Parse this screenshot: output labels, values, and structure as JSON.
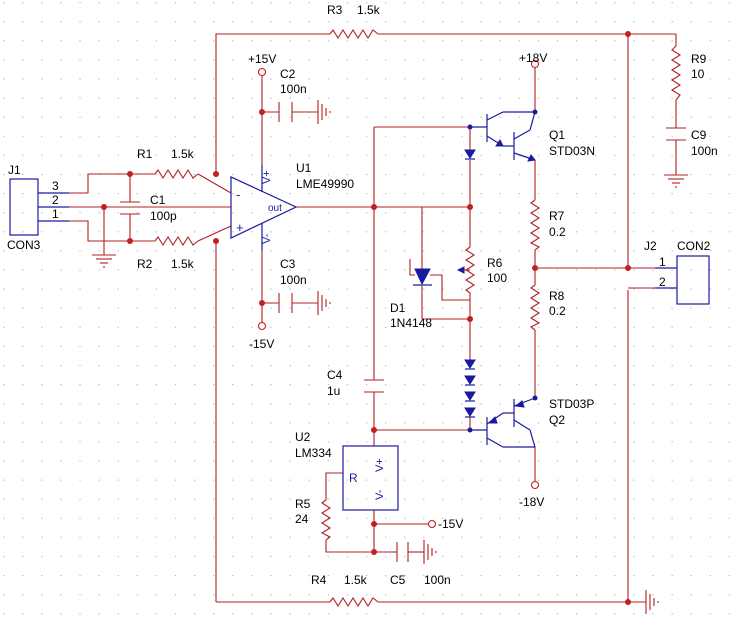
{
  "colors": {
    "wire": "#b02020",
    "component": "#1a1aa0",
    "junction": "#1a1aa0",
    "background": "#ffffff",
    "grid": "#b4b4b4"
  },
  "icons": [
    "resistor-icon",
    "capacitor-icon",
    "ground-icon",
    "opamp-icon",
    "npn-transistor-icon",
    "pnp-transistor-icon",
    "diode-icon",
    "connector-icon",
    "power-terminal-icon"
  ],
  "connectors": {
    "j1": {
      "ref": "J1",
      "value": "CON3",
      "pins": [
        "3",
        "2",
        "1"
      ]
    },
    "j2": {
      "ref": "J2",
      "value": "CON2",
      "pins": [
        "1",
        "2"
      ]
    }
  },
  "resistors": {
    "r1": {
      "ref": "R1",
      "value": "1.5k"
    },
    "r2": {
      "ref": "R2",
      "value": "1.5k"
    },
    "r3": {
      "ref": "R3",
      "value": "1.5k"
    },
    "r4": {
      "ref": "R4",
      "value": "1.5k"
    },
    "r5": {
      "ref": "R5",
      "value": "24"
    },
    "r6": {
      "ref": "R6",
      "value": "100"
    },
    "r7": {
      "ref": "R7",
      "value": "0.2"
    },
    "r8": {
      "ref": "R8",
      "value": "0.2"
    },
    "r9": {
      "ref": "R9",
      "value": "10"
    }
  },
  "capacitors": {
    "c1": {
      "ref": "C1",
      "value": "100p"
    },
    "c2": {
      "ref": "C2",
      "value": "100n"
    },
    "c3": {
      "ref": "C3",
      "value": "100n"
    },
    "c4": {
      "ref": "C4",
      "value": "1u"
    },
    "c5": {
      "ref": "C5",
      "value": "100n"
    },
    "c9": {
      "ref": "C9",
      "value": "100n"
    }
  },
  "opamp": {
    "ref": "U1",
    "value": "LME49990",
    "minus": "-",
    "plus": "+",
    "out": "out",
    "vplus": "V+",
    "vminus": "V-"
  },
  "current_source": {
    "ref": "U2",
    "value": "LM334",
    "r_pin": "R",
    "vplus": "V+",
    "vminus": "V-"
  },
  "transistors": {
    "q1": {
      "ref": "Q1",
      "value": "STD03N"
    },
    "q2": {
      "ref": "Q2",
      "value": "STD03P"
    }
  },
  "diode": {
    "ref": "D1",
    "value": "1N4148"
  },
  "supplies": {
    "u1_pos": "+15V",
    "u1_neg": "-15V",
    "q1_pos": "+18V",
    "q2_neg": "-18V",
    "u2_neg": "-15V"
  }
}
